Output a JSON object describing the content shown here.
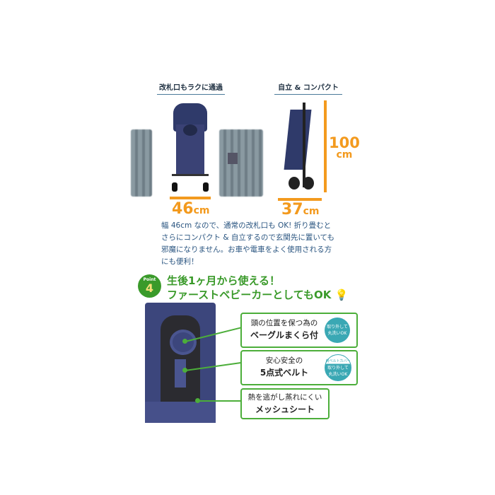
{
  "section1": {
    "heading_left": "改札口もラクに通過",
    "heading_right": "自立 & コンパクト",
    "width_value": "46",
    "width_unit": "cm",
    "depth_value": "37",
    "depth_unit": "cm",
    "height_value": "100",
    "height_unit": "cm",
    "description": [
      "幅 46cm なので、通常の改札口も OK! 折り畳むと",
      "さらにコンパクト & 自立するので玄関先に置いても",
      "邪魔になりません。お車や電車をよく使用される方",
      "にも便利！"
    ]
  },
  "point": {
    "label": "Point",
    "number": "4",
    "title_line1": "生後1ヶ月から使える！",
    "title_line2": "ファーストベビーカーとしてもOK"
  },
  "features": [
    {
      "line1": "頭の位置を保つ為の",
      "line2": "ベーグルまくら付",
      "badge_top": "",
      "badge": [
        "取り外して",
        "丸洗いOK"
      ]
    },
    {
      "line1": "安心安全の",
      "line2": "5点式ベルト",
      "badge_top": "肩ベルトカバー",
      "badge": [
        "取り外して",
        "丸洗いOK"
      ]
    },
    {
      "line1": "熱を逃がし蒸れにくい",
      "line2": "メッシュシート"
    }
  ],
  "colors": {
    "orange": "#f39a1e",
    "green": "#3a9a2a",
    "teal": "#3aa8b4",
    "navy": "#2f3a6a"
  }
}
